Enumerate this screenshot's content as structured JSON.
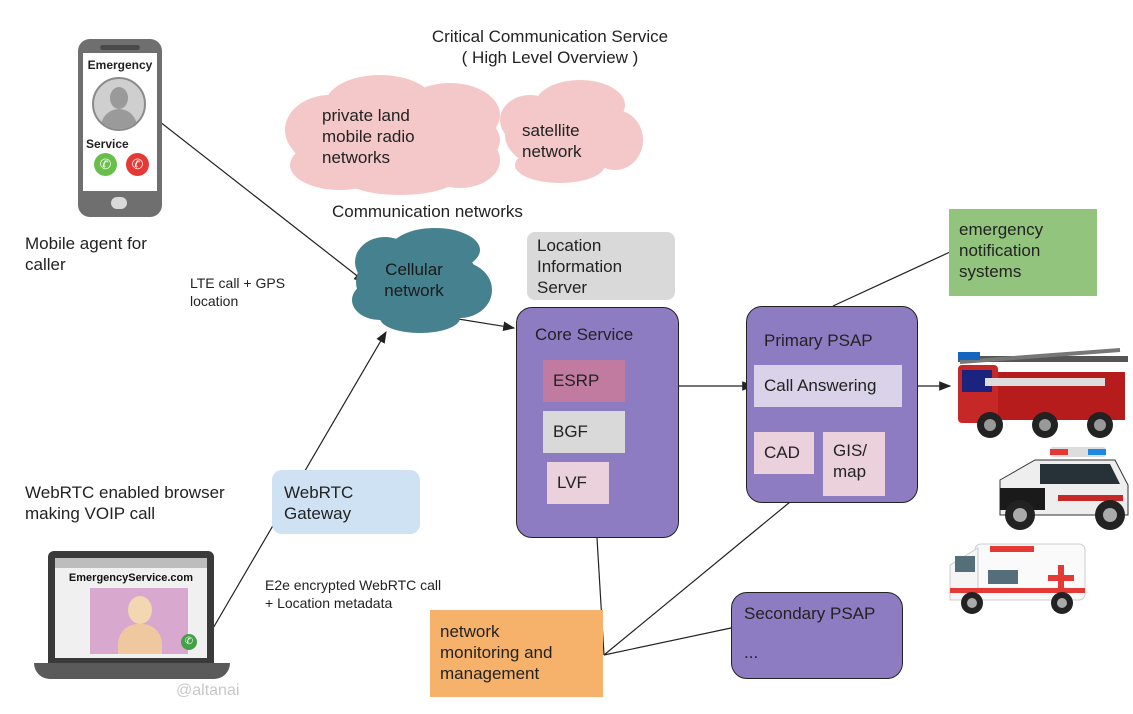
{
  "title": {
    "line1": "Critical Communication Service",
    "line2": "( High Level Overview )"
  },
  "clouds": {
    "private_radio": [
      "private land",
      "mobile radio",
      "networks"
    ],
    "satellite": [
      "satellite",
      "network"
    ],
    "cellular": [
      "Cellular",
      "network"
    ]
  },
  "communication_networks_label": "Communication networks",
  "mobile_phone": {
    "top_text": "Emergency",
    "bottom_text": "Service"
  },
  "mobile_agent_label": [
    "Mobile agent for",
    "caller"
  ],
  "lte_label": [
    "LTE call + GPS",
    "location"
  ],
  "webrtc_browser_label": [
    "WebRTC enabled browser",
    "making VOIP call"
  ],
  "laptop": {
    "site": "EmergencyService.com"
  },
  "webrtc_gateway": [
    "WebRTC",
    "Gateway"
  ],
  "e2e_label": [
    "E2e encrypted WebRTC call",
    "+ Location metadata"
  ],
  "watermark": "@altanai",
  "lis": [
    "Location",
    "Information",
    "Server"
  ],
  "core_service": {
    "title": "Core Service",
    "items": [
      "ESRP",
      "BGF",
      "LVF"
    ]
  },
  "primary_psap": {
    "title": "Primary PSAP",
    "call_answering": "Call Answering",
    "cad": "CAD",
    "gis": [
      "GIS/",
      "map"
    ]
  },
  "emergency_notification": [
    "emergency",
    "notification",
    "systems"
  ],
  "network_monitoring": [
    "network",
    "monitoring and",
    "management"
  ],
  "secondary_psap": {
    "title": "Secondary PSAP",
    "more": "..."
  },
  "colors": {
    "purple": "#8b7cc8",
    "cloud_pink": "#f4c7c8",
    "cloud_teal": "#45818e",
    "green": "#93c47d",
    "orange": "#f6b26b",
    "light_blue": "#cfe2f3",
    "grey": "#d9d9d9"
  }
}
